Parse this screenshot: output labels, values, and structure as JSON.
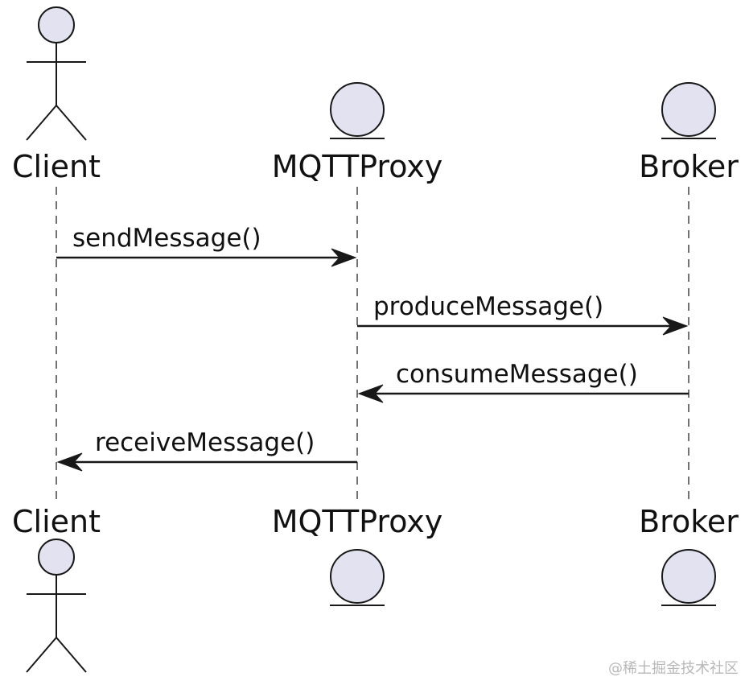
{
  "diagram": {
    "type": "sequence",
    "participants": [
      {
        "id": "client",
        "name": "Client",
        "kind": "actor",
        "icon": "stick-figure-actor-icon"
      },
      {
        "id": "mqttproxy",
        "name": "MQTTProxy",
        "kind": "entity",
        "icon": "entity-circle-icon"
      },
      {
        "id": "broker",
        "name": "Broker",
        "kind": "entity",
        "icon": "entity-circle-icon"
      }
    ],
    "messages": [
      {
        "from": "client",
        "to": "mqttproxy",
        "label": "sendMessage()"
      },
      {
        "from": "mqttproxy",
        "to": "broker",
        "label": "produceMessage()"
      },
      {
        "from": "broker",
        "to": "mqttproxy",
        "label": "consumeMessage()"
      },
      {
        "from": "mqttproxy",
        "to": "client",
        "label": "receiveMessage()"
      }
    ]
  },
  "colors": {
    "participant_fill": "#E2E2F0",
    "stroke": "#181818",
    "text": "#111111",
    "background": "#FFFFFF",
    "watermark": "#B8B8B8"
  },
  "watermark": "@稀土掘金技术社区"
}
